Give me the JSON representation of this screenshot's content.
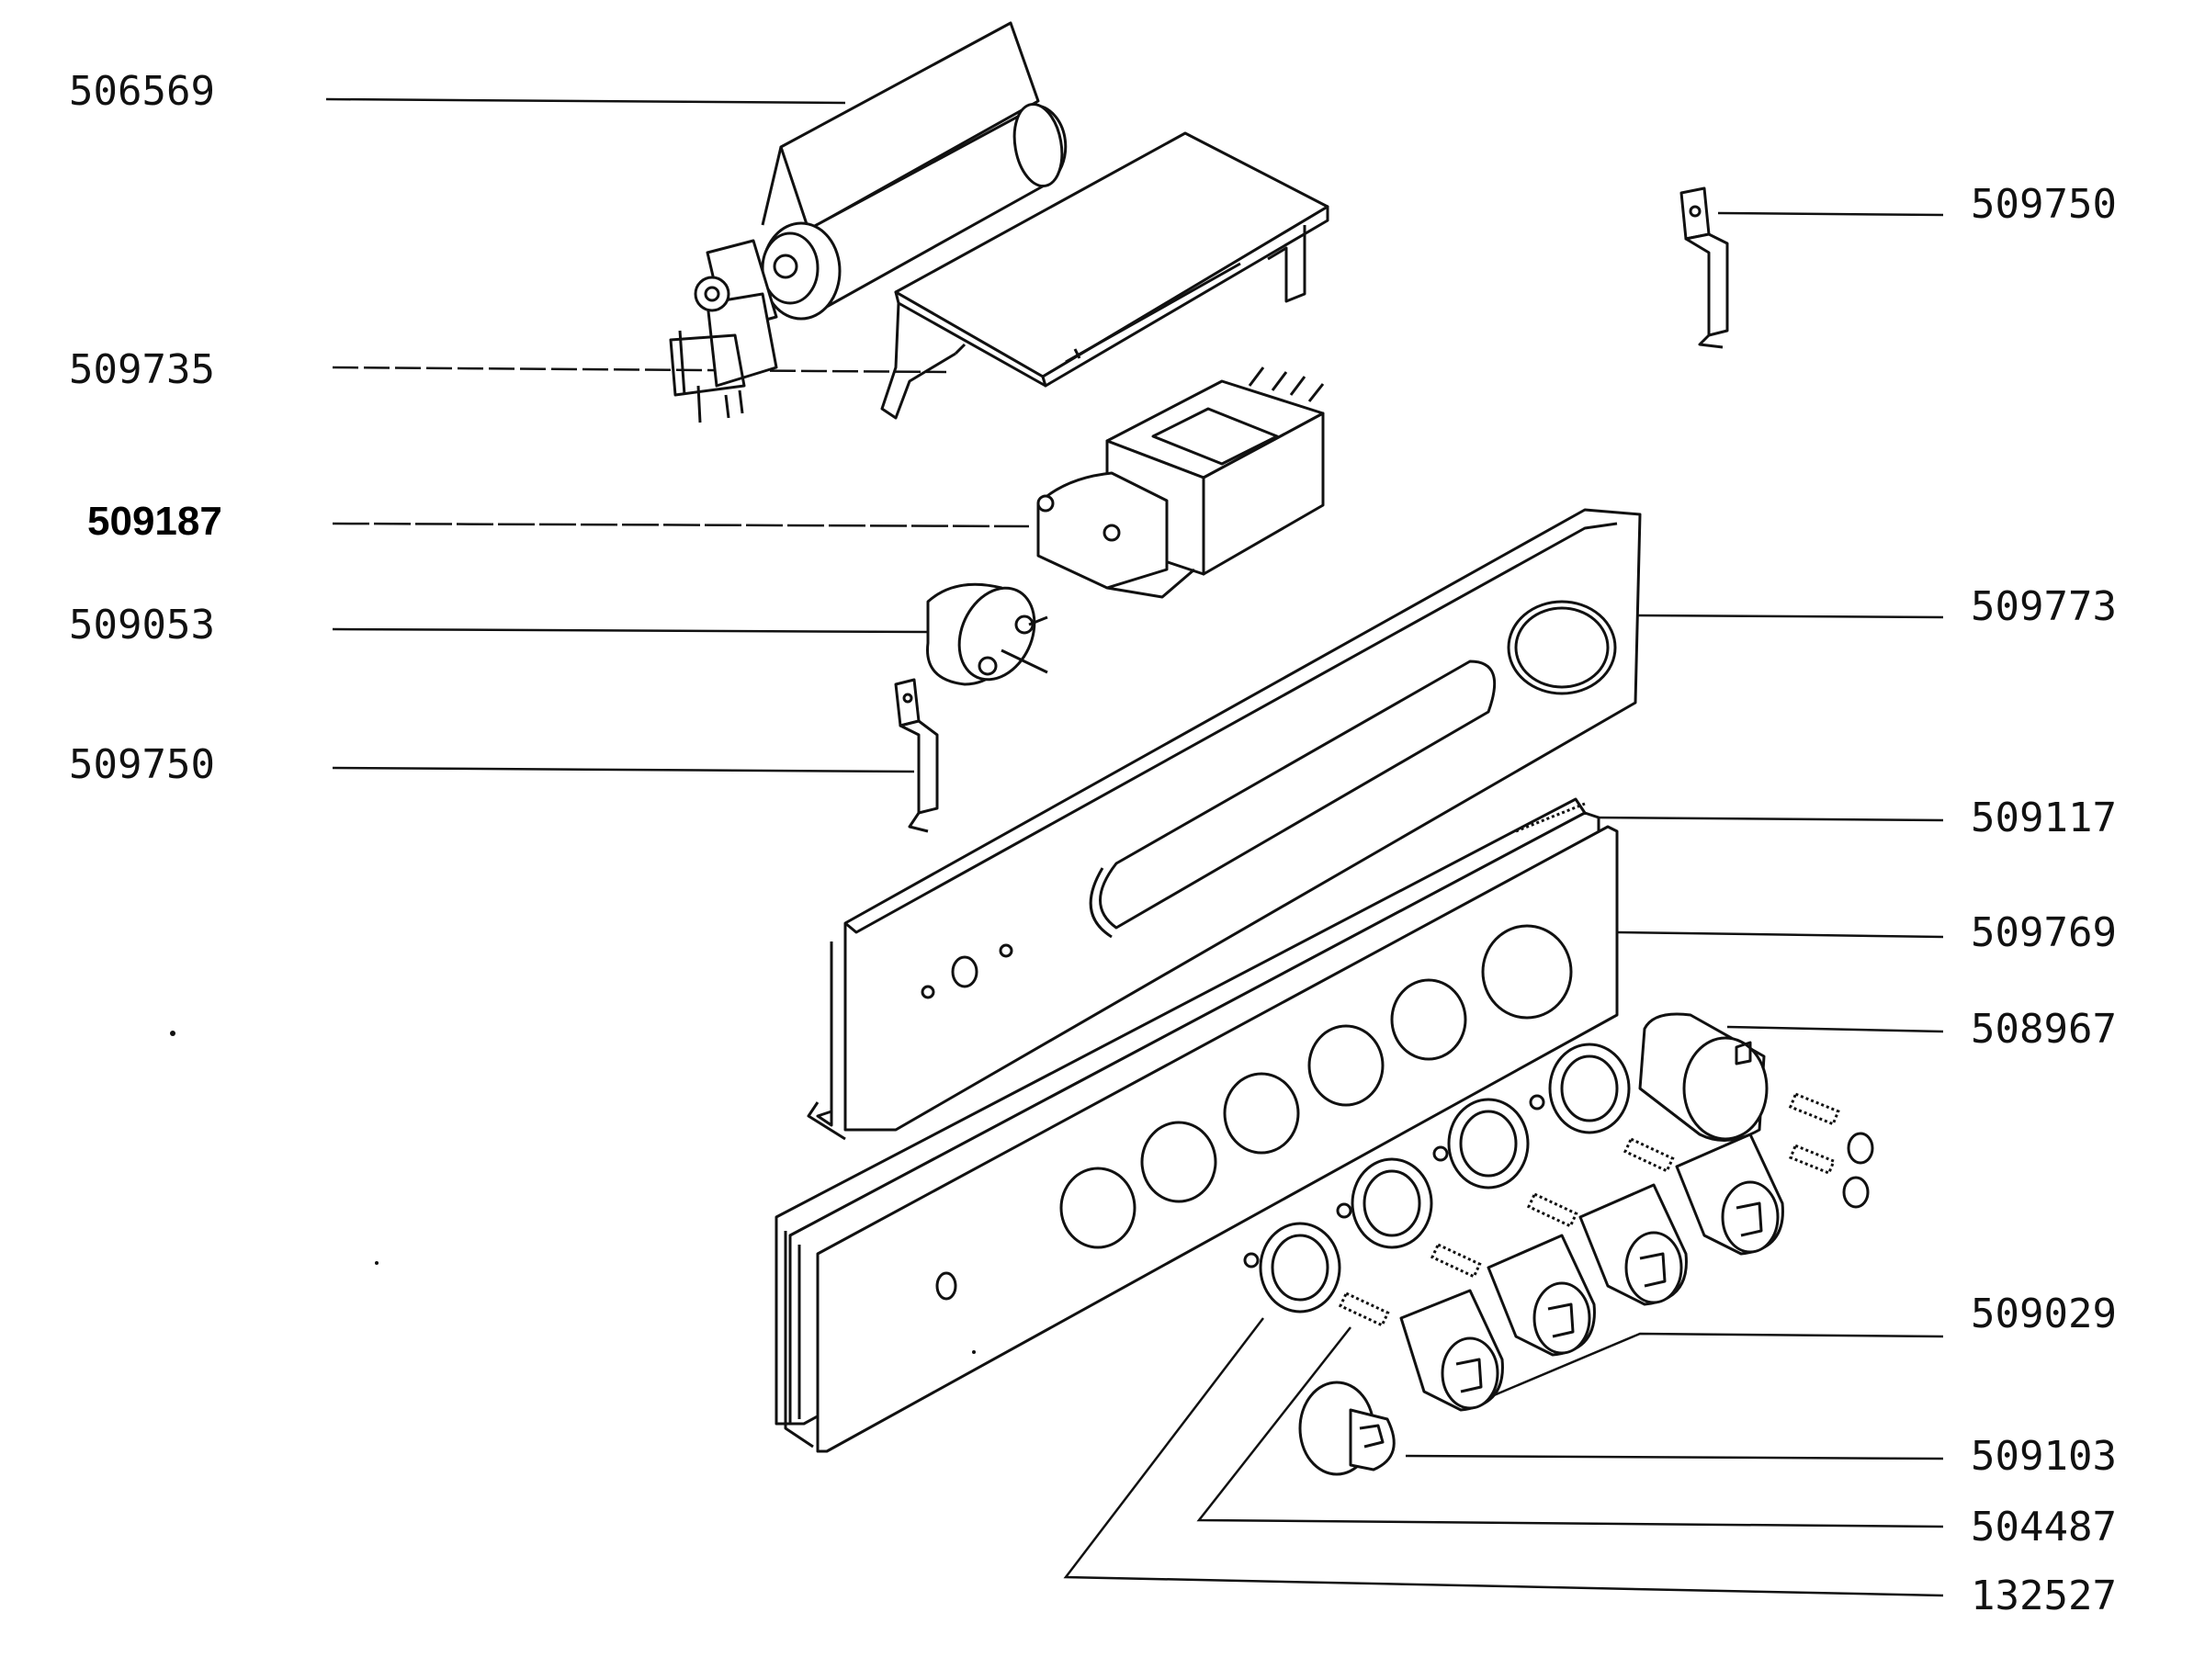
{
  "labels": {
    "p506569": "506569",
    "p509735": "509735",
    "p509187": "509187",
    "p509053": "509053",
    "p509750_left": "509750",
    "p509750_right": "509750",
    "p509773": "509773",
    "p509117": "509117",
    "p509769": "509769",
    "p508967": "508967",
    "p509029": "509029",
    "p509103": "509103",
    "p504487": "504487",
    "p132527": "132527"
  },
  "colors": {
    "ink": "#111111",
    "paper": "#ffffff"
  }
}
